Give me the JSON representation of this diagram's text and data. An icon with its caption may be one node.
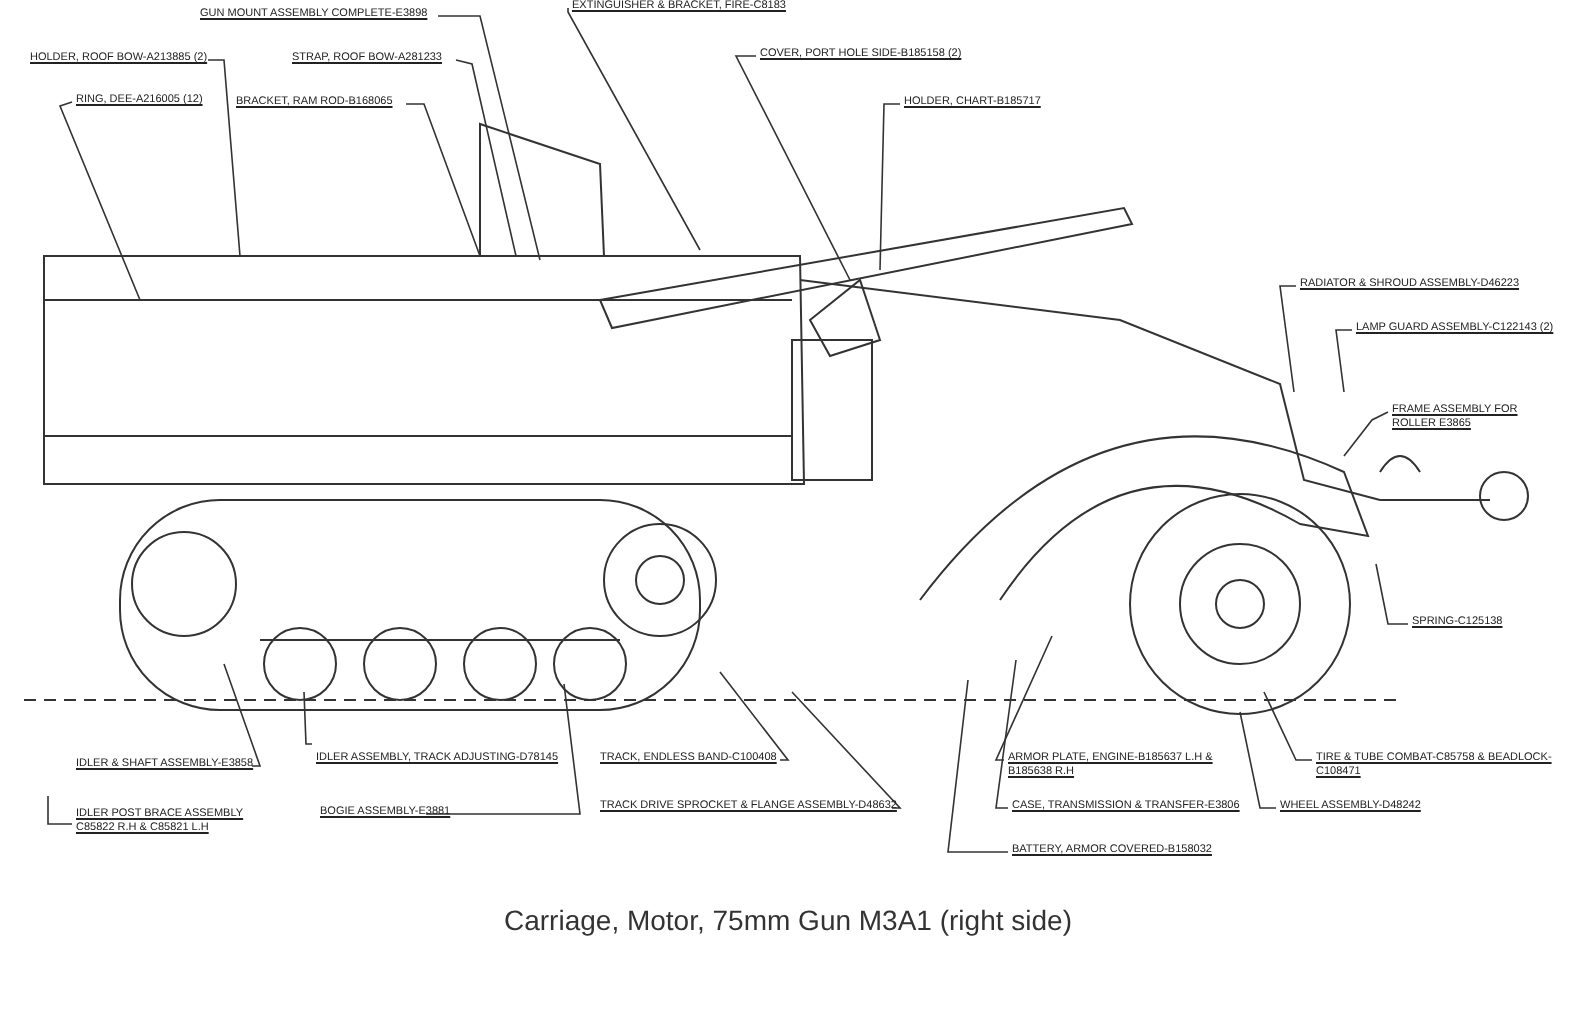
{
  "diagram": {
    "caption": "Carriage, Motor, 75mm Gun M3A1 (right side)",
    "nodes": [
      {
        "text": [
          "GUN MOUNT ASSEMBLY COMPLETE-E3898"
        ]
      },
      {
        "text": [
          "HOLDER, ROOF BOW-A213885 (2)"
        ]
      },
      {
        "text": [
          "RING, DEE-A216005 (12)"
        ]
      },
      {
        "text": [
          "STRAP, ROOF BOW-A281233"
        ]
      },
      {
        "text": [
          "BRACKET, RAM ROD-B168065"
        ]
      },
      {
        "text": [
          "EXTINGUISHER & BRACKET, FIRE-C8183"
        ]
      },
      {
        "text": [
          "COVER, PORT HOLE SIDE-B185158 (2)"
        ]
      },
      {
        "text": [
          "HOLDER, CHART-B185717"
        ]
      },
      {
        "text": [
          "RADIATOR & SHROUD ASSEMBLY-D46223"
        ]
      },
      {
        "text": [
          "LAMP GUARD ASSEMBLY-C122143 (2)"
        ]
      },
      {
        "text": [
          "FRAME ASSEMBLY FOR ROLLER E3865"
        ]
      },
      {
        "text": [
          "SPRING-C125138"
        ]
      },
      {
        "text": [
          "TIRE & TUBE COMBAT-C85758 & BEADLOCK-C108471"
        ]
      },
      {
        "text": [
          "WHEEL ASSEMBLY-D48242"
        ]
      },
      {
        "text": [
          "ARMOR PLATE, ENGINE-B185637 L.H & B185638 R.H"
        ]
      },
      {
        "text": [
          "CASE, TRANSMISSION & TRANSFER-E3806"
        ]
      },
      {
        "text": [
          "BATTERY, ARMOR COVERED-B158032"
        ]
      },
      {
        "text": [
          "TRACK, ENDLESS BAND-C100408"
        ]
      },
      {
        "text": [
          "TRACK DRIVE SPROCKET & FLANGE ASSEMBLY-D48632"
        ]
      },
      {
        "text": [
          "IDLER ASSEMBLY, TRACK ADJUSTING-D78145"
        ]
      },
      {
        "text": [
          "BOGIE ASSEMBLY-E3881"
        ]
      },
      {
        "text": [
          "IDLER & SHAFT ASSEMBLY-E3858"
        ]
      },
      {
        "text": [
          "IDLER POST BRACE ASSEMBLY C85822 R.H & C85821 L.H"
        ]
      }
    ],
    "edges": [
      {
        "from": 0,
        "to": null,
        "arrow": "none"
      },
      {
        "from": 1,
        "to": null,
        "arrow": "none"
      },
      {
        "from": 2,
        "to": null,
        "arrow": "none"
      },
      {
        "from": 3,
        "to": null,
        "arrow": "none"
      },
      {
        "from": 4,
        "to": null,
        "arrow": "none"
      },
      {
        "from": 5,
        "to": null,
        "arrow": "none"
      },
      {
        "from": 6,
        "to": null,
        "arrow": "none"
      },
      {
        "from": 7,
        "to": null,
        "arrow": "none"
      },
      {
        "from": 8,
        "to": null,
        "arrow": "none"
      },
      {
        "from": 9,
        "to": null,
        "arrow": "none"
      },
      {
        "from": 10,
        "to": null,
        "arrow": "none"
      },
      {
        "from": 11,
        "to": null,
        "arrow": "none"
      },
      {
        "from": 12,
        "to": null,
        "arrow": "none"
      },
      {
        "from": 13,
        "to": null,
        "arrow": "none"
      },
      {
        "from": 14,
        "to": null,
        "arrow": "none"
      },
      {
        "from": 15,
        "to": null,
        "arrow": "none"
      },
      {
        "from": 16,
        "to": null,
        "arrow": "none"
      },
      {
        "from": 17,
        "to": null,
        "arrow": "none"
      },
      {
        "from": 18,
        "to": null,
        "arrow": "none"
      },
      {
        "from": 19,
        "to": null,
        "arrow": "none"
      },
      {
        "from": 20,
        "to": null,
        "arrow": "none"
      },
      {
        "from": 21,
        "to": null,
        "arrow": "none"
      },
      {
        "from": 22,
        "to": null,
        "arrow": "none"
      }
    ]
  }
}
